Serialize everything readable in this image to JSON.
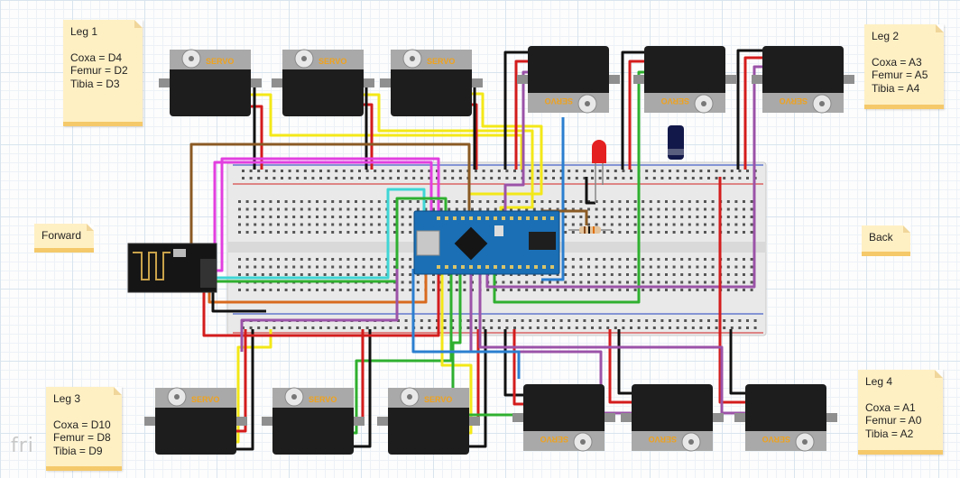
{
  "notes": {
    "leg1": {
      "title": "Leg 1",
      "lines": [
        "Coxa = D4",
        "Femur = D2",
        "Tibia = D3"
      ]
    },
    "leg2": {
      "title": "Leg 2",
      "lines": [
        "Coxa = A3",
        "Femur = A5",
        "Tibia = A4"
      ]
    },
    "leg3": {
      "title": "Leg 3",
      "lines": [
        "Coxa = D10",
        "Femur = D8",
        "Tibia = D9"
      ]
    },
    "leg4": {
      "title": "Leg 4",
      "lines": [
        "Coxa = A1",
        "Femur = A0",
        "Tibia = A2"
      ]
    },
    "forward": "Forward",
    "back": "Back"
  },
  "servo_label": "SERVO",
  "logo_text": "fri",
  "colors": {
    "servo_body": "#1d1d1d",
    "servo_label": "#f0a21c",
    "arduino": "#1a6fb5",
    "breadboard": "#e6e6e6",
    "rail_red": "#d42020",
    "rail_blue": "#2040c0",
    "wire_yellow": "#f3e818",
    "wire_red": "#d41c1c",
    "wire_black": "#111111",
    "wire_purple": "#9b52a8",
    "wire_green": "#2fb02f",
    "wire_blue": "#2b7fd0",
    "wire_cyan": "#3fd6d6",
    "wire_brown": "#8a5a24",
    "wire_orange": "#d86a1e",
    "wire_magenta": "#e23fe0",
    "note_bg": "#fff0c4"
  }
}
